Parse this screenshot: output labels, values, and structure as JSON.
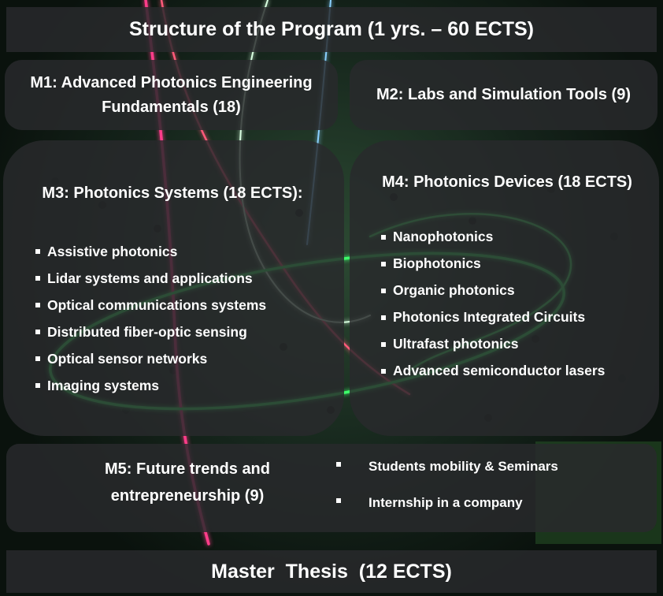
{
  "header": {
    "title": "Structure of the Program (1 yrs. – 60 ECTS)"
  },
  "modules": {
    "m1": {
      "title": "M1: Advanced Photonics Engineering Fundamentals (18)"
    },
    "m2": {
      "title": "M2: Labs and Simulation Tools (9)"
    },
    "m3": {
      "title": "M3: Photonics Systems (18 ECTS):",
      "items": [
        "Assistive photonics",
        "Lidar systems and applications",
        "Optical communications systems",
        "Distributed fiber-optic sensing",
        "Optical sensor networks",
        "Imaging systems"
      ]
    },
    "m4": {
      "title": "M4: Photonics Devices (18 ECTS)",
      "items": [
        "Nanophotonics",
        "Biophotonics",
        "Organic photonics",
        "Photonics Integrated Circuits",
        "Ultrafast photonics",
        "Advanced semiconductor lasers"
      ]
    },
    "m5": {
      "title": "M5: Future trends and entrepreneurship (9)",
      "items": [
        "Students mobility & Seminars",
        "Internship in a company"
      ]
    }
  },
  "footer": {
    "title": "Master  Thesis  (12 ECTS)"
  },
  "colors": {
    "box_fill": "#2a2c2e",
    "text": "#ffffff",
    "fiber_green": "#3cff6a",
    "fiber_red": "#ff3c6a"
  }
}
